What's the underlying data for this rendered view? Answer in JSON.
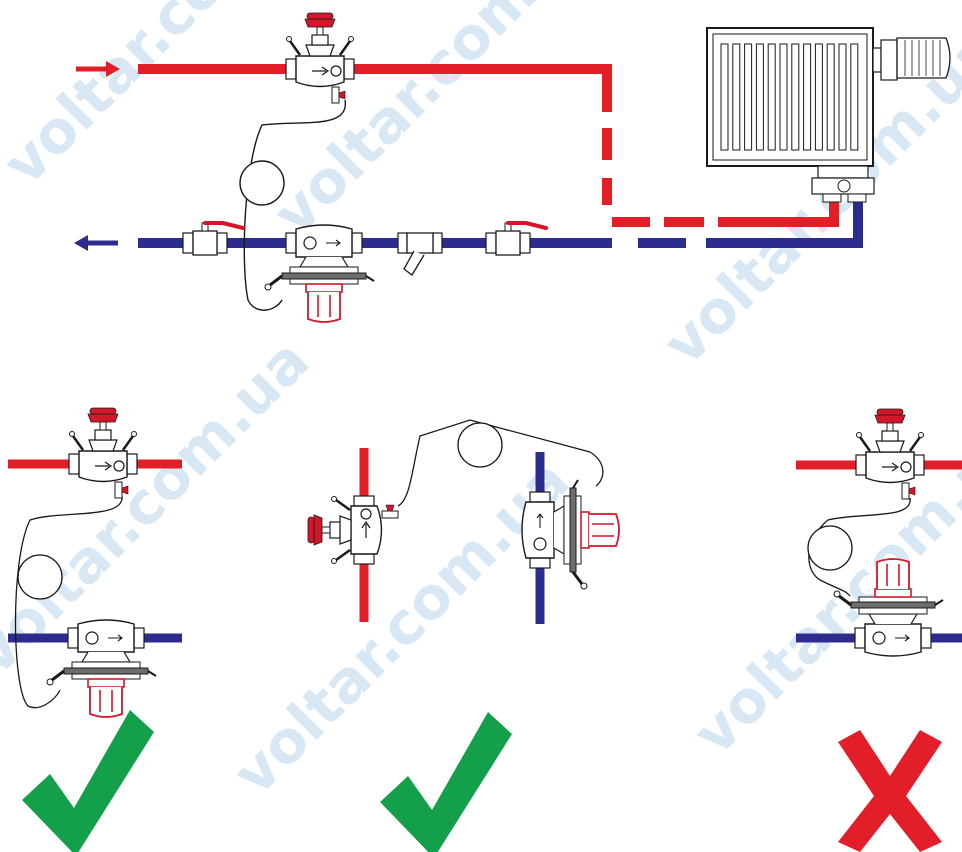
{
  "watermark": {
    "text": "voltar.com.ua",
    "color": "#d7e7f4"
  },
  "colors": {
    "supply": "#e21e28",
    "return": "#2b2c8e",
    "valve_accent": "#d4162a",
    "outline": "#1a1a1a",
    "correct": "#14a04a",
    "incorrect": "#e21e28"
  },
  "icons": {
    "supply_flow": "arrow-right-icon",
    "return_flow": "arrow-left-icon",
    "correct": "checkmark-icon",
    "incorrect": "cross-icon"
  },
  "installations": [
    {
      "id": "main-scheme",
      "orientation": "horizontal",
      "verdict": null
    },
    {
      "id": "variant-left",
      "orientation": "horizontal-regulator-down",
      "verdict": "correct"
    },
    {
      "id": "variant-middle",
      "orientation": "vertical-pipes",
      "verdict": "correct"
    },
    {
      "id": "variant-right",
      "orientation": "horizontal-regulator-up",
      "verdict": "incorrect"
    }
  ]
}
